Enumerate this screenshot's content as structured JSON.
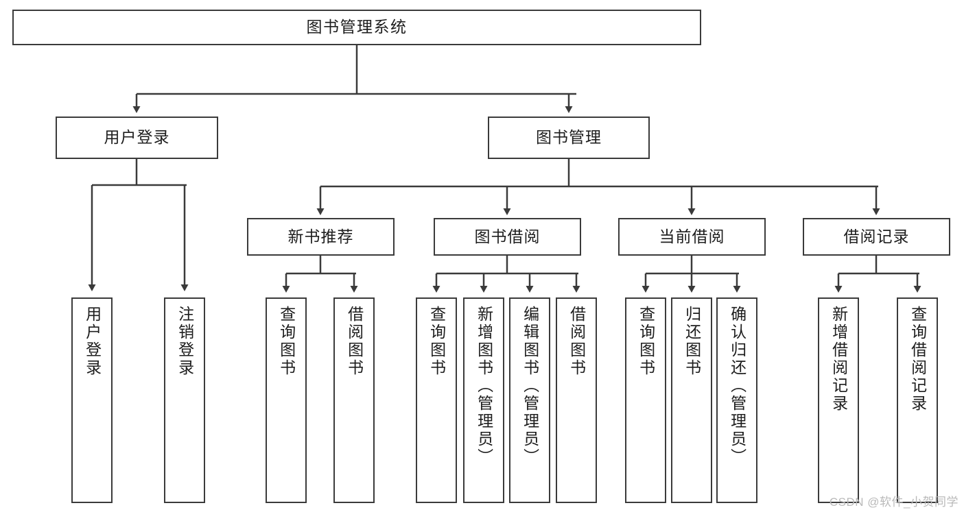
{
  "diagram": {
    "type": "tree",
    "title": "图书管理系统",
    "root": {
      "label": "图书管理系统"
    },
    "level1": [
      {
        "label": "用户登录"
      },
      {
        "label": "图书管理"
      }
    ],
    "level2": [
      {
        "label": "新书推荐"
      },
      {
        "label": "图书借阅"
      },
      {
        "label": "当前借阅"
      },
      {
        "label": "借阅记录"
      }
    ],
    "leaves": {
      "user_login": [
        {
          "label": "用户登录"
        },
        {
          "label": "注销登录"
        }
      ],
      "new_book_recommend": [
        {
          "label": "查询图书"
        },
        {
          "label": "借阅图书"
        }
      ],
      "book_borrow": [
        {
          "label": "查询图书"
        },
        {
          "label": "新增图书（管理员）"
        },
        {
          "label": "编辑图书（管理员）"
        },
        {
          "label": "借阅图书"
        }
      ],
      "current_borrow": [
        {
          "label": "查询图书"
        },
        {
          "label": "归还图书"
        },
        {
          "label": "确认归还（管理员）"
        }
      ],
      "borrow_record": [
        {
          "label": "新增借阅记录"
        },
        {
          "label": "查询借阅记录"
        }
      ]
    }
  },
  "watermark": {
    "text": "CSDN @软件_小贺同学"
  },
  "colors": {
    "stroke": "#3a3a3a",
    "text": "#1d1d1d",
    "background": "#ffffff",
    "watermark": "#b9b9b9"
  }
}
